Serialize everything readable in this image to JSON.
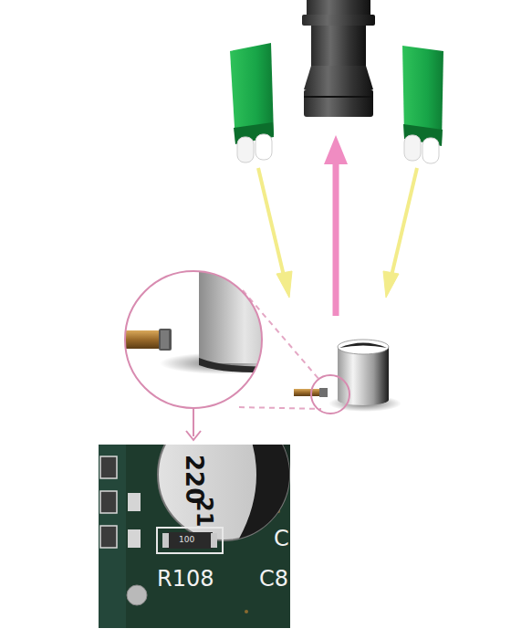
{
  "diagram": {
    "labels": [
      "220",
      "21",
      "100",
      "R108",
      "C",
      "C8"
    ]
  }
}
